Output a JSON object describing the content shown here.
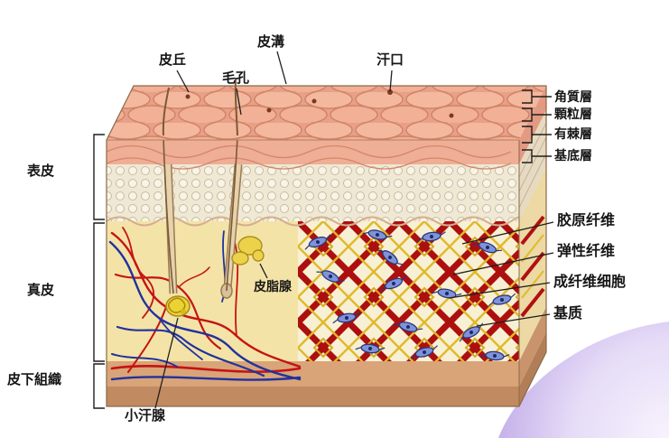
{
  "labels": {
    "surface": {
      "piqiu": "皮丘",
      "maokong": "毛孔",
      "pigou": "皮溝",
      "hankou": "汗口"
    },
    "layers_left": {
      "biaopi": "表皮",
      "zhenpi": "真皮",
      "pixiazuzhi": "皮下組織"
    },
    "epidermis_layers": {
      "jiaozhiceng": "角質層",
      "keliceng": "顆粒層",
      "youjiceng": "有棘層",
      "jidiceng": "基底層"
    },
    "dermis_structures": {
      "jiaoyuanxianwei": "胶原纤维",
      "tanxingxianwei": "弹性纤维",
      "chengxianweixibao": "成纤维细胞",
      "jizhi": "基质"
    },
    "glands": {
      "pizhixian": "皮脂腺",
      "xiaohanxian": "小汗腺"
    }
  },
  "colors": {
    "surface_pink": "#efae96",
    "epidermis_cream": "#efe8d4",
    "dermis_yellow": "#f4e3a6",
    "collagen_red": "#ad0f0f",
    "elastic_yellow": "#e0b92a",
    "fibroblast_blue": "#8093d8",
    "vessel_red": "#c41414",
    "vessel_blue": "#20329e",
    "subcutis_tan": "#d9a478",
    "accent_purple": "#c3aee8"
  }
}
